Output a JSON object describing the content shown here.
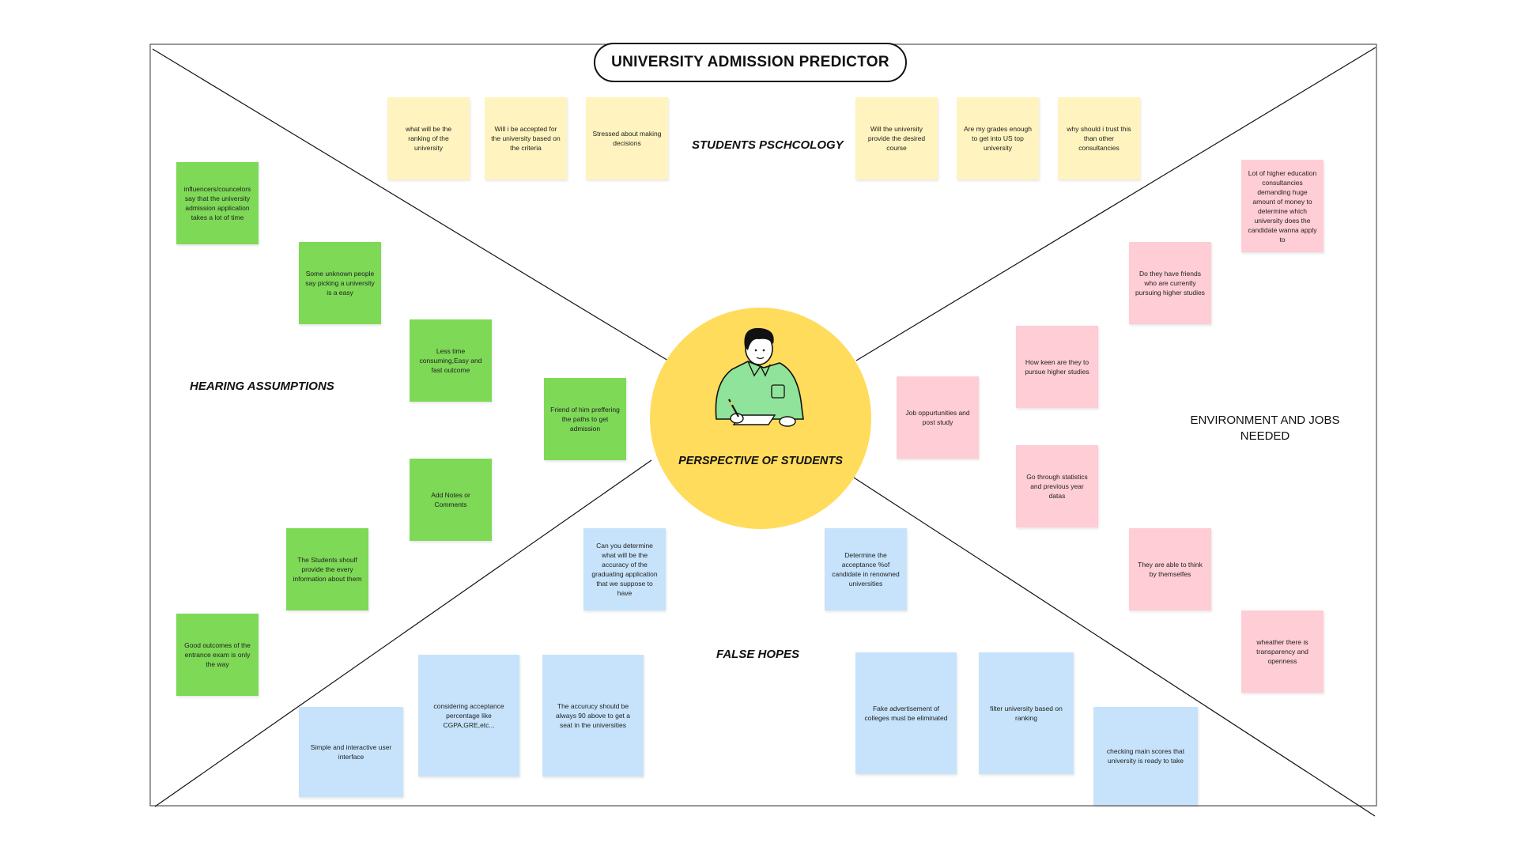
{
  "title": "UNIVERSITY ADMISSION PREDICTOR",
  "center_label": "PERSPECTIVE OF STUDENTS",
  "colors": {
    "yellow": "#fff4bf",
    "green": "#7ed957",
    "pink": "#ffcdd5",
    "blue": "#c6e3fb",
    "circle": "#ffdc5c"
  },
  "sections": {
    "top": "STUDENTS PSCHCOLOGY",
    "left": "HEARING ASSUMPTIONS",
    "bottom": "FALSE HOPES",
    "right_line1": "ENVIRONMENT AND JOBS",
    "right_line2": "NEEDED"
  },
  "notes": {
    "psychology": [
      "what will be the ranking of the university",
      "Will i be accepted for the university based on the criteria",
      "Stressed about making decisions",
      "Will the university provide the desired course",
      "Are my grades enough to get into US top university",
      "why should i trust this than other consultancies"
    ],
    "assumptions": [
      "influencers/councelors say that the university admission application takes a lot of time",
      "Some unknown people say picking a university is  a easy",
      "Less time consuming,Easy and fast outcome",
      "Friend of him preffering the paths to get admission",
      "Add Notes or Comments",
      "The Students shoulf provide the every information about them",
      "Good outcomes of the entrance exam is only the way"
    ],
    "environment": [
      "Lot of higher education consultancies demanding huge amount of money to determine which university does the candidate wanna apply to",
      "Do they have friends who are currently pursuing higher studies",
      "How keen are they to pursue higher studies",
      "Job oppurtunities and post study",
      "Go through statistics and previous year datas",
      "They are able to think by themselfes",
      "wheather there is transparency and openness"
    ],
    "false_hopes": [
      "Can you determine what will be the accuracy of the graduating application that we suppose to have",
      "Determine the acceptance %of candidate in renowned universities",
      "considering acceptance percentage like CGPA,GRE,etc...",
      "The accurucy should be always 90 above to get a seat in the universities",
      "Simple and interactive user interface",
      "Fake advertisement of colleges must be eliminated",
      "filter university based on ranking",
      "checking main scores that university is ready to take"
    ]
  }
}
